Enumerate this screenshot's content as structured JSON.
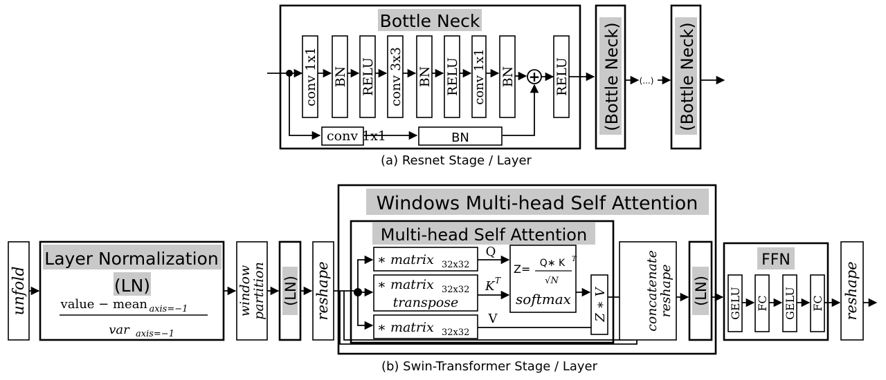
{
  "resnet": {
    "bottleneck_title": "Bottle Neck",
    "layers": [
      "conv 1x1",
      "BN",
      "RELU",
      "conv 3x3",
      "BN",
      "RELU",
      "conv 1x1",
      "BN"
    ],
    "after_add": "RELU",
    "shortcut_conv": "conv 1x1",
    "shortcut_bn": "BN",
    "add_symbol": "+",
    "repeat_block": "(Bottle Neck)",
    "ellipsis": "(...)",
    "caption": "(a) Resnet Stage / Layer"
  },
  "swin": {
    "unfold": "unfold",
    "ln_title_1": "Layer Normalization",
    "ln_title_2": "(LN)",
    "ln_formula_num": "value − mean",
    "ln_formula_num_sub": "axis=−1",
    "ln_formula_den": "var",
    "ln_formula_den_sub": "axis=−1",
    "window_partition_1": "window",
    "window_partition_2": "partition",
    "ln_box": "(LN)",
    "reshape": "reshape",
    "wmsa_title": "Windows Multi-head Self Attention",
    "msa_title": "Multi-head Self Attention",
    "matrix_q": "∗ matrix",
    "matrix_sub": "32x32",
    "matrix_k_line2": "transpose",
    "label_q": "Q",
    "label_k": "K",
    "label_k_sup": "T",
    "label_v": "V",
    "softmax_z": "Z=",
    "softmax_num": "Q∗ K",
    "softmax_num_sup": "T",
    "softmax_den": "√N",
    "softmax_word": "softmax",
    "zv": "Z ∗ V",
    "add_symbol": "+",
    "concat_1": "concatenate",
    "concat_2": "reshape",
    "ffn_title": "FFN",
    "ffn_layers": [
      "GELU",
      "FC",
      "GELU",
      "FC"
    ],
    "caption": "(b) Swin-Transformer Stage / Layer"
  }
}
